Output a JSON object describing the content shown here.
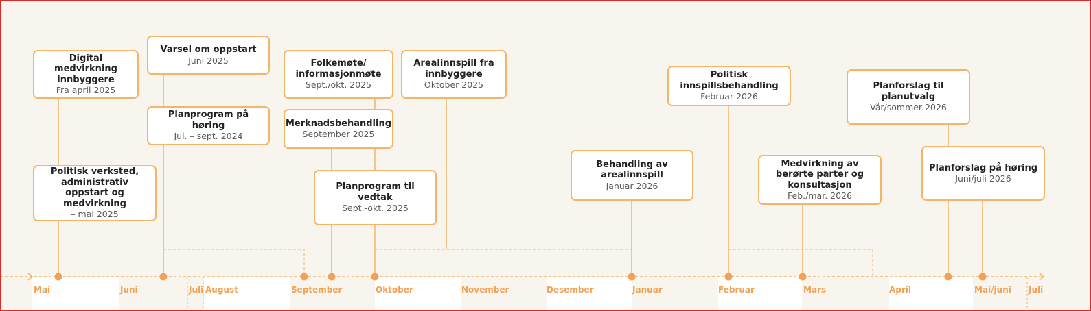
{
  "colors": {
    "accent": "#f2a256",
    "line": "#f3b567",
    "border": "#d62c2c",
    "background": "#f8f4ee"
  },
  "months": [
    "Mai",
    "Juni",
    "Juli",
    "August",
    "September",
    "Oktober",
    "November",
    "Desember",
    "Januar",
    "Februar",
    "Mars",
    "April",
    "Mai/juni",
    "Juli"
  ],
  "events": [
    {
      "title": "Digital medvirkning innbyggere",
      "date": "Fra april 2025"
    },
    {
      "title": "Politisk verksted, administrativ oppstart og medvirkning",
      "date": "– mai 2025"
    },
    {
      "title": "Varsel om oppstart",
      "date": "Juni 2025"
    },
    {
      "title": "Planprogram på høring",
      "date": "Jul. – sept. 2024"
    },
    {
      "title": "Folkemøte/ informasjonmøte",
      "date": "Sept./okt. 2025"
    },
    {
      "title": "Merknadsbehandling",
      "date": "September 2025"
    },
    {
      "title": "Planprogram til vedtak",
      "date": "Sept.-okt. 2025"
    },
    {
      "title": "Arealinnspill fra innbyggere",
      "date": "Oktober 2025"
    },
    {
      "title": "Behandling av arealinnspill",
      "date": "Januar 2026"
    },
    {
      "title": "Politisk innspillsbehandling",
      "date": "Februar 2026"
    },
    {
      "title": "Medvirkning av berørte parter og konsultasjon",
      "date": "Feb./mar. 2026"
    },
    {
      "title": "Planforslag til planutvalg",
      "date": "Vår/sommer 2026"
    },
    {
      "title": "Planforslag på høring",
      "date": "Juni/juli 2026"
    }
  ]
}
